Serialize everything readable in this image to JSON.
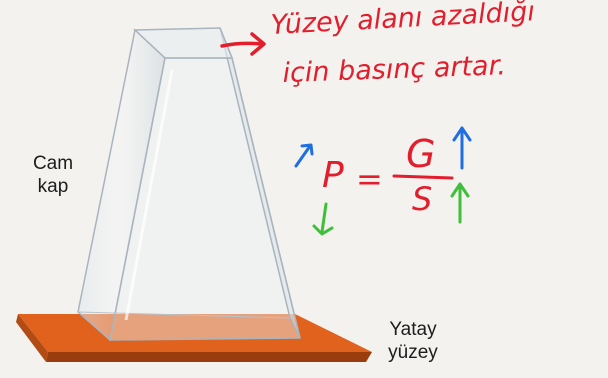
{
  "labels": {
    "cam_kap_line1": "Cam",
    "cam_kap_line2": "kap",
    "yatay_line1": "Yatay",
    "yatay_line2": "yüzey"
  },
  "handwriting": {
    "note_line1": "Yüzey alanı azaldığı",
    "note_line2": "için basınç artar.",
    "formula": {
      "lhs": "P",
      "equals": "=",
      "numerator": "G",
      "denominator": "S"
    }
  },
  "colors": {
    "note_red": "#e21e2c",
    "arrow_blue": "#1f6fe0",
    "arrow_green": "#3fbf3a",
    "surface_orange": "#e0621c",
    "glass_outline": "#a9b4be"
  },
  "icons": {
    "note_arrow": "right-arrow-icon",
    "p_arrow": "up-arrow-icon",
    "p_down_arrow": "down-arrow-icon",
    "g_arrow": "up-arrow-icon",
    "s_arrow": "up-arrow-icon"
  }
}
